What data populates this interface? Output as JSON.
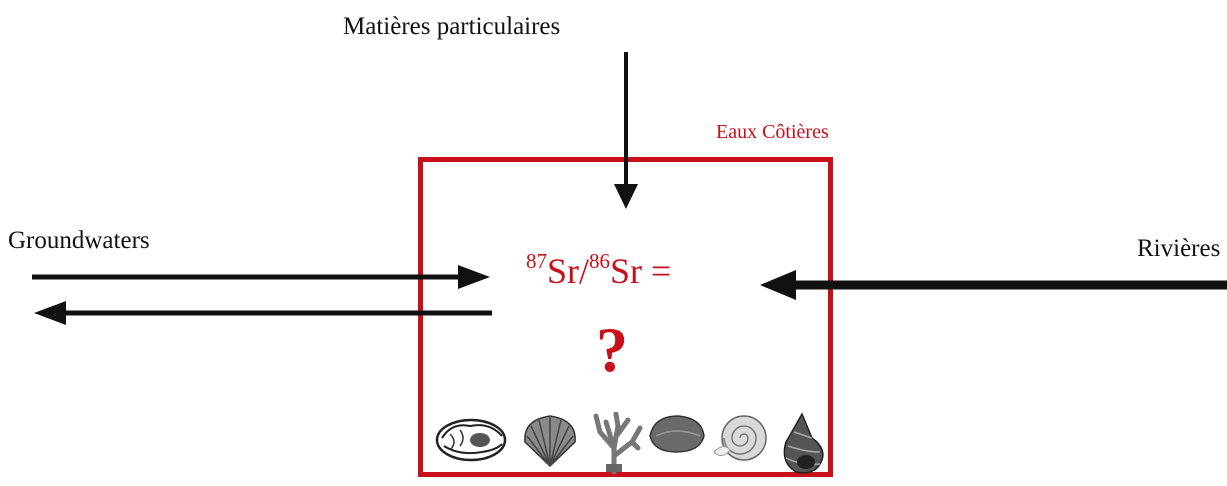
{
  "labels": {
    "top_input": "Matières particulaires",
    "left_exchange": "Groundwaters",
    "right_input": "Rivières",
    "box_title": "Eaux Côtières"
  },
  "formula": {
    "iso1_mass": "87",
    "iso1_elem": "Sr",
    "separator": "/",
    "iso2_mass": "86",
    "iso2_elem": "Sr",
    "equals": " =",
    "question": "?"
  },
  "colors": {
    "accent": "#c8101a",
    "arrow": "#111111"
  },
  "icons": [
    "oyster-icon",
    "cockle-shell-icon",
    "coral-icon",
    "clam-shell-icon",
    "nautilus-icon",
    "snail-shell-icon"
  ]
}
